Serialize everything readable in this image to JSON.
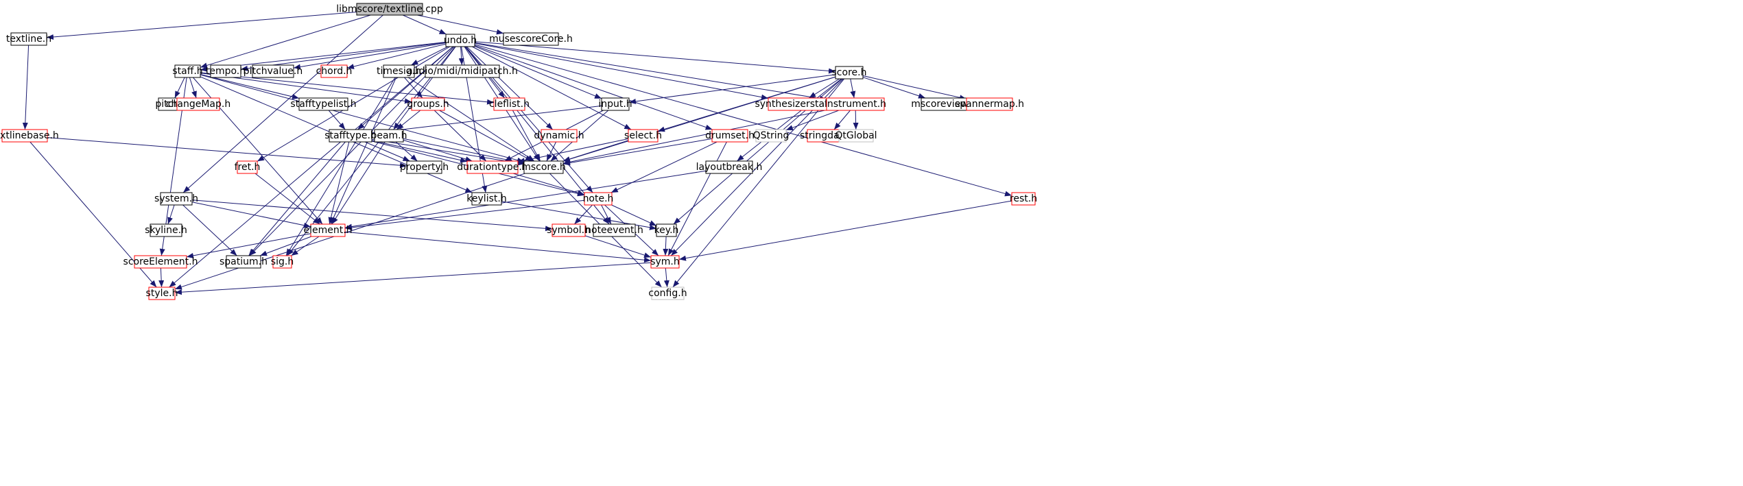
{
  "colors": {
    "edge": "#191970",
    "text": "#000000",
    "border_default": "#000000",
    "border_truncated": "#ff0000",
    "border_external": "#bfbfbf",
    "root_fill": "#bfbfbf",
    "node_fill": "#ffffff"
  },
  "diagram": {
    "nodes": [
      {
        "id": "root",
        "label": "libmscore/textline.cpp",
        "kind": "root"
      },
      {
        "id": "textline",
        "label": "textline.h",
        "kind": "normal"
      },
      {
        "id": "undo",
        "label": "undo.h",
        "kind": "normal"
      },
      {
        "id": "musescoreCore",
        "label": "musescoreCore.h",
        "kind": "normal"
      },
      {
        "id": "textlinebase",
        "label": "textlinebase.h",
        "kind": "truncated"
      },
      {
        "id": "staff",
        "label": "staff.h",
        "kind": "normal"
      },
      {
        "id": "tempo",
        "label": "tempo.h",
        "kind": "normal"
      },
      {
        "id": "pitchvalue",
        "label": "pitchvalue.h",
        "kind": "normal"
      },
      {
        "id": "chord",
        "label": "chord.h",
        "kind": "truncated"
      },
      {
        "id": "timesig",
        "label": "timesig.h",
        "kind": "normal"
      },
      {
        "id": "midipatch",
        "label": "audio/midi/midipatch.h",
        "kind": "normal"
      },
      {
        "id": "score",
        "label": "score.h",
        "kind": "normal"
      },
      {
        "id": "pitch",
        "label": "pitch.h",
        "kind": "normal"
      },
      {
        "id": "changeMap",
        "label": "changeMap.h",
        "kind": "truncated"
      },
      {
        "id": "stafftypelist",
        "label": "stafftypelist.h",
        "kind": "normal"
      },
      {
        "id": "groups",
        "label": "groups.h",
        "kind": "truncated"
      },
      {
        "id": "cleflist",
        "label": "cleflist.h",
        "kind": "truncated"
      },
      {
        "id": "input",
        "label": "input.h",
        "kind": "normal"
      },
      {
        "id": "synthesizerstate",
        "label": "synthesizerstate.h",
        "kind": "truncated"
      },
      {
        "id": "instrument",
        "label": "instrument.h",
        "kind": "truncated"
      },
      {
        "id": "mscoreview",
        "label": "mscoreview.h",
        "kind": "normal"
      },
      {
        "id": "spannermap",
        "label": "spannermap.h",
        "kind": "truncated"
      },
      {
        "id": "stafftype",
        "label": "stafftype.h",
        "kind": "normal"
      },
      {
        "id": "beam",
        "label": "beam.h",
        "kind": "normal"
      },
      {
        "id": "dynamic",
        "label": "dynamic.h",
        "kind": "truncated"
      },
      {
        "id": "select",
        "label": "select.h",
        "kind": "truncated"
      },
      {
        "id": "drumset",
        "label": "drumset.h",
        "kind": "truncated"
      },
      {
        "id": "QString",
        "label": "QString",
        "kind": "external"
      },
      {
        "id": "stringdata",
        "label": "stringdata.h",
        "kind": "truncated"
      },
      {
        "id": "QtGlobal",
        "label": "QtGlobal",
        "kind": "external"
      },
      {
        "id": "fret",
        "label": "fret.h",
        "kind": "truncated"
      },
      {
        "id": "property",
        "label": "property.h",
        "kind": "normal"
      },
      {
        "id": "durationtype",
        "label": "durationtype.h",
        "kind": "truncated"
      },
      {
        "id": "mscore",
        "label": "mscore.h",
        "kind": "normal"
      },
      {
        "id": "layoutbreak",
        "label": "layoutbreak.h",
        "kind": "normal"
      },
      {
        "id": "system",
        "label": "system.h",
        "kind": "normal"
      },
      {
        "id": "keylist",
        "label": "keylist.h",
        "kind": "normal"
      },
      {
        "id": "note",
        "label": "note.h",
        "kind": "truncated"
      },
      {
        "id": "rest",
        "label": "rest.h",
        "kind": "truncated"
      },
      {
        "id": "skyline",
        "label": "skyline.h",
        "kind": "normal"
      },
      {
        "id": "element",
        "label": "element.h",
        "kind": "truncated"
      },
      {
        "id": "noteevent",
        "label": "noteevent.h",
        "kind": "normal"
      },
      {
        "id": "key",
        "label": "key.h",
        "kind": "normal"
      },
      {
        "id": "symbol",
        "label": "symbol.h",
        "kind": "truncated"
      },
      {
        "id": "scoreElement",
        "label": "scoreElement.h",
        "kind": "truncated"
      },
      {
        "id": "spatium",
        "label": "spatium.h",
        "kind": "normal"
      },
      {
        "id": "sig",
        "label": "sig.h",
        "kind": "truncated"
      },
      {
        "id": "sym",
        "label": "sym.h",
        "kind": "truncated"
      },
      {
        "id": "style",
        "label": "style.h",
        "kind": "truncated"
      },
      {
        "id": "config",
        "label": "config.h",
        "kind": "external"
      }
    ],
    "edges": [
      [
        "root",
        "textline"
      ],
      [
        "root",
        "undo"
      ],
      [
        "root",
        "musescoreCore"
      ],
      [
        "root",
        "staff"
      ],
      [
        "root",
        "system"
      ],
      [
        "textline",
        "textlinebase"
      ],
      [
        "textlinebase",
        "property"
      ],
      [
        "textlinebase",
        "style"
      ],
      [
        "undo",
        "staff"
      ],
      [
        "undo",
        "tempo"
      ],
      [
        "undo",
        "pitchvalue"
      ],
      [
        "undo",
        "chord"
      ],
      [
        "undo",
        "timesig"
      ],
      [
        "undo",
        "midipatch"
      ],
      [
        "undo",
        "score"
      ],
      [
        "undo",
        "cleflist"
      ],
      [
        "undo",
        "input"
      ],
      [
        "undo",
        "synthesizerstate"
      ],
      [
        "undo",
        "instrument"
      ],
      [
        "undo",
        "rest"
      ],
      [
        "undo",
        "select"
      ],
      [
        "undo",
        "note"
      ],
      [
        "undo",
        "drumset"
      ],
      [
        "undo",
        "dynamic"
      ],
      [
        "undo",
        "fret"
      ],
      [
        "undo",
        "stafftype"
      ],
      [
        "undo",
        "beam"
      ],
      [
        "undo",
        "mscore"
      ],
      [
        "undo",
        "style"
      ],
      [
        "undo",
        "spatium"
      ],
      [
        "undo",
        "sig"
      ],
      [
        "undo",
        "keylist"
      ],
      [
        "undo",
        "noteevent"
      ],
      [
        "staff",
        "pitch"
      ],
      [
        "staff",
        "changeMap"
      ],
      [
        "staff",
        "stafftypelist"
      ],
      [
        "staff",
        "groups"
      ],
      [
        "staff",
        "cleflist"
      ],
      [
        "staff",
        "mscore"
      ],
      [
        "staff",
        "element"
      ],
      [
        "staff",
        "scoreElement"
      ],
      [
        "staff",
        "keylist"
      ],
      [
        "timesig",
        "groups"
      ],
      [
        "timesig",
        "element"
      ],
      [
        "timesig",
        "sig"
      ],
      [
        "timesig",
        "mscore"
      ],
      [
        "score",
        "input"
      ],
      [
        "score",
        "synthesizerstate"
      ],
      [
        "score",
        "instrument"
      ],
      [
        "score",
        "mscoreview"
      ],
      [
        "score",
        "spannermap"
      ],
      [
        "score",
        "select"
      ],
      [
        "score",
        "layoutbreak"
      ],
      [
        "score",
        "mscore"
      ],
      [
        "score",
        "sym"
      ],
      [
        "score",
        "key"
      ],
      [
        "score",
        "config"
      ],
      [
        "stafftypelist",
        "stafftype"
      ],
      [
        "groups",
        "beam"
      ],
      [
        "groups",
        "durationtype"
      ],
      [
        "groups",
        "mscore"
      ],
      [
        "cleflist",
        "mscore"
      ],
      [
        "input",
        "stafftype"
      ],
      [
        "input",
        "durationtype"
      ],
      [
        "input",
        "mscore"
      ],
      [
        "instrument",
        "QString"
      ],
      [
        "instrument",
        "stringdata"
      ],
      [
        "instrument",
        "QtGlobal"
      ],
      [
        "instrument",
        "mscore"
      ],
      [
        "stafftype",
        "property"
      ],
      [
        "stafftype",
        "durationtype"
      ],
      [
        "stafftype",
        "mscore"
      ],
      [
        "stafftype",
        "element"
      ],
      [
        "stafftype",
        "spatium"
      ],
      [
        "stafftype",
        "note"
      ],
      [
        "beam",
        "property"
      ],
      [
        "beam",
        "durationtype"
      ],
      [
        "beam",
        "mscore"
      ],
      [
        "beam",
        "element"
      ],
      [
        "dynamic",
        "mscore"
      ],
      [
        "select",
        "durationtype"
      ],
      [
        "select",
        "mscore"
      ],
      [
        "drumset",
        "mscore"
      ],
      [
        "drumset",
        "note"
      ],
      [
        "drumset",
        "sym"
      ],
      [
        "fret",
        "element"
      ],
      [
        "durationtype",
        "note"
      ],
      [
        "mscore",
        "style"
      ],
      [
        "mscore",
        "config"
      ],
      [
        "layoutbreak",
        "element"
      ],
      [
        "system",
        "skyline"
      ],
      [
        "system",
        "element"
      ],
      [
        "system",
        "spatium"
      ],
      [
        "system",
        "symbol"
      ],
      [
        "keylist",
        "key"
      ],
      [
        "note",
        "element"
      ],
      [
        "note",
        "noteevent"
      ],
      [
        "note",
        "key"
      ],
      [
        "note",
        "symbol"
      ],
      [
        "note",
        "sym"
      ],
      [
        "rest",
        "sym"
      ],
      [
        "element",
        "scoreElement"
      ],
      [
        "element",
        "spatium"
      ],
      [
        "element",
        "sig"
      ],
      [
        "element",
        "sym"
      ],
      [
        "key",
        "sym"
      ],
      [
        "symbol",
        "sym"
      ],
      [
        "scoreElement",
        "style"
      ],
      [
        "sym",
        "style"
      ],
      [
        "sym",
        "config"
      ]
    ]
  }
}
